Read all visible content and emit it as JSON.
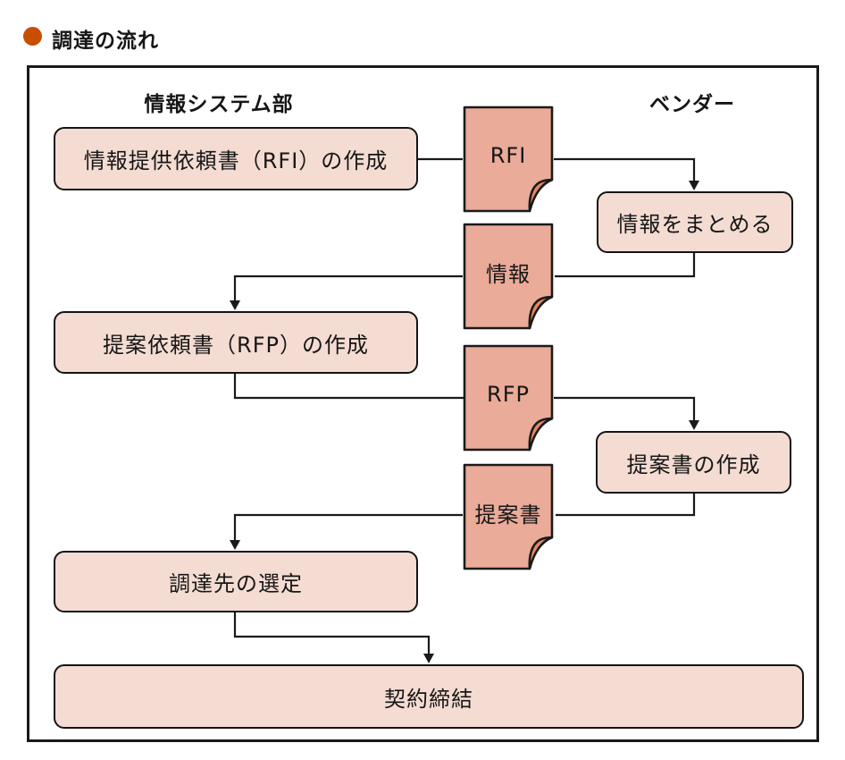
{
  "title": "調達の流れ",
  "colors": {
    "bullet": "#c94f00",
    "process_fill": "#f4dcd3",
    "document_fill": "#eaab99",
    "fold_fill": "#df8a64",
    "line": "#1a1a1a"
  },
  "diagram": {
    "left_lane_header": "情報システム部",
    "right_lane_header": "ベンダー",
    "nodes": [
      {
        "label": "情報提供依頼書（RFI）の作成"
      },
      {
        "label": "情報をまとめる"
      },
      {
        "label": "提案依頼書（RFP）の作成"
      },
      {
        "label": "提案書の作成"
      },
      {
        "label": "調達先の選定"
      },
      {
        "label": "契約締結"
      }
    ],
    "documents": [
      {
        "label": "RFI"
      },
      {
        "label": "情報"
      },
      {
        "label": "RFP"
      },
      {
        "label": "提案書"
      }
    ]
  }
}
